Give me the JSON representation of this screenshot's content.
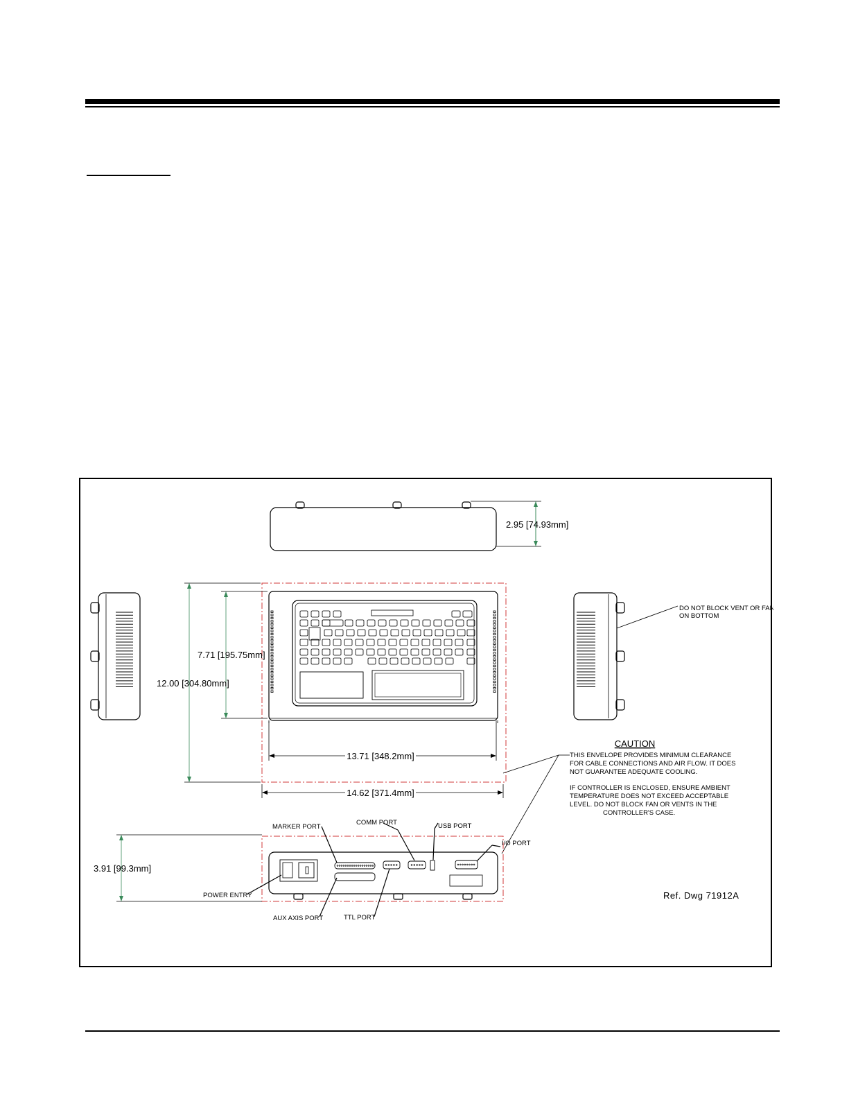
{
  "drawing": {
    "top_view_height": "2.95 [74.93mm]",
    "keyboard_height": "7.71 [195.75mm]",
    "envelope_height": "12.00 [304.80mm]",
    "body_width": "13.71 [348.2mm]",
    "envelope_width": "14.62 [371.4mm]",
    "rear_height": "3.91 [99.3mm]",
    "vent_note_line1": "DO NOT BLOCK VENT OR FAN",
    "vent_note_line2": "ON BOTTOM",
    "caution_title": "CAUTION",
    "caution_lines": [
      "THIS ENVELOPE PROVIDES MINIMUM CLEARANCE",
      "FOR CABLE CONNECTIONS AND AIR FLOW. IT DOES",
      "NOT GUARANTEE ADEQUATE COOLING.",
      "IF CONTROLLER IS ENCLOSED, ENSURE AMBIENT",
      "TEMPERATURE DOES NOT EXCEED ACCEPTABLE",
      "LEVEL. DO NOT BLOCK FAN OR VENTS IN THE",
      "CONTROLLER'S CASE."
    ],
    "ports": {
      "marker": "MARKER PORT",
      "comm": "COMM PORT",
      "usb": "USB PORT",
      "io": "I/O PORT",
      "power": "POWER ENTRY",
      "aux": "AUX AXIS PORT",
      "ttl": "TTL PORT"
    },
    "reference": "Ref. Dwg 71912A"
  }
}
